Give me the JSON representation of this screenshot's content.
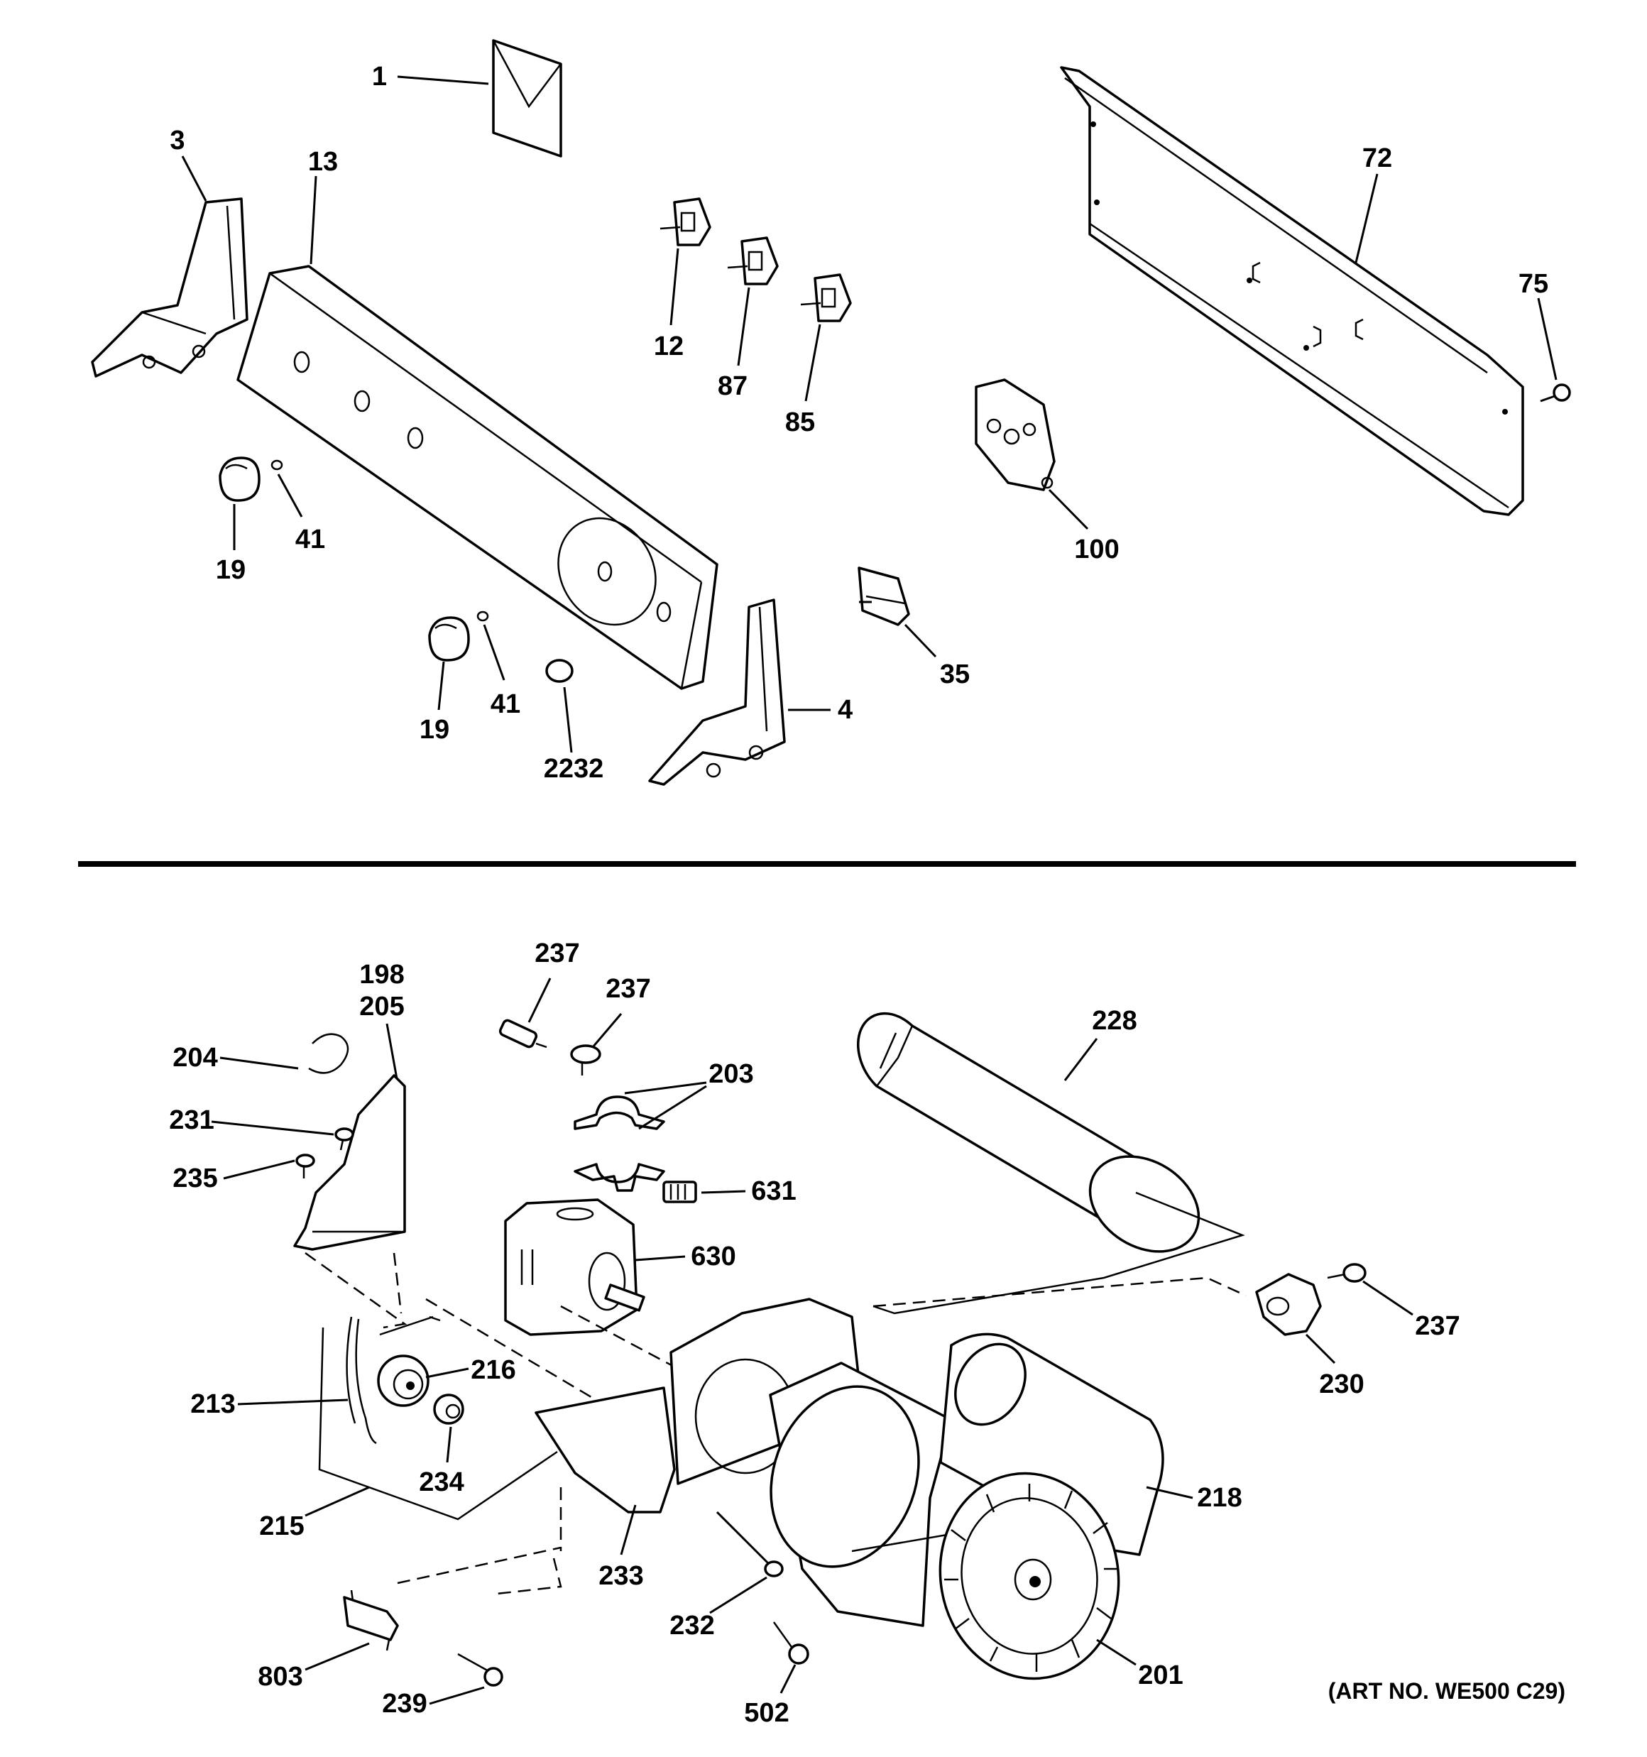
{
  "diagram": {
    "art_number": "(ART NO. WE500 C29)",
    "callouts": {
      "c1": "1",
      "c3": "3",
      "c13": "13",
      "c12": "12",
      "c87": "87",
      "c85": "85",
      "c72": "72",
      "c75": "75",
      "c100": "100",
      "c19a": "19",
      "c41a": "41",
      "c19b": "19",
      "c41b": "41",
      "c2232": "2232",
      "c4": "4",
      "c35": "35",
      "c237a": "237",
      "c237b": "237",
      "c198": "198",
      "c205": "205",
      "c204": "204",
      "c203": "203",
      "c228": "228",
      "c231": "231",
      "c235": "235",
      "c631": "631",
      "c630": "630",
      "c216": "216",
      "c213": "213",
      "c234": "234",
      "c215": "215",
      "c237c": "237",
      "c230": "230",
      "c218": "218",
      "c233": "233",
      "c232": "232",
      "c803": "803",
      "c239": "239",
      "c502": "502",
      "c201": "201"
    }
  }
}
